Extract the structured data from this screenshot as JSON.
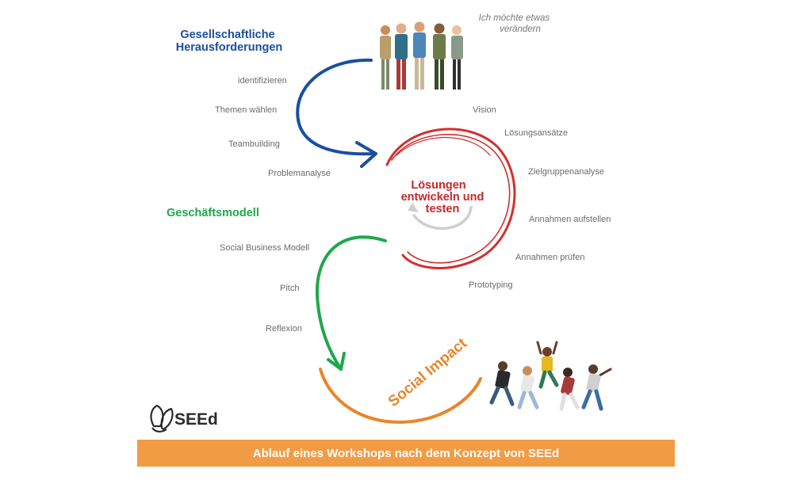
{
  "title_left": [
    "Gesellschaftliche",
    "Herausforderungen"
  ],
  "quote": [
    "Ich möchte etwas",
    "verändern"
  ],
  "phase1_steps": [
    "identifizieren",
    "Themen wählen",
    "Teambuilding",
    "Problemanalyse"
  ],
  "center": [
    "Lösungen",
    "entwickeln und",
    "testen"
  ],
  "cycle_steps": [
    "Vision",
    "Lösungsansätze",
    "Zielgruppenanalyse",
    "Annahmen aufstellen",
    "Annahmen prüfen",
    "Prototyping"
  ],
  "business_title": "Geschäftsmodell",
  "business_steps": [
    "Social Business Modell",
    "Pitch",
    "Reflexion"
  ],
  "impact": "Social Impact",
  "logo": "SEEd",
  "footer": "Ablauf eines Workshops nach dem Konzept von SEEd",
  "icons": [
    "people-group-illustration",
    "running-people-illustration",
    "seed-logo-icon",
    "cycle-arrow-icon"
  ],
  "colors": {
    "blue": "#1a4fa0",
    "green": "#1fa84a",
    "red": "#d32f2f",
    "orange": "#e8862a",
    "footer_bg": "#f29b45",
    "gray_text": "#6b6b6b"
  }
}
